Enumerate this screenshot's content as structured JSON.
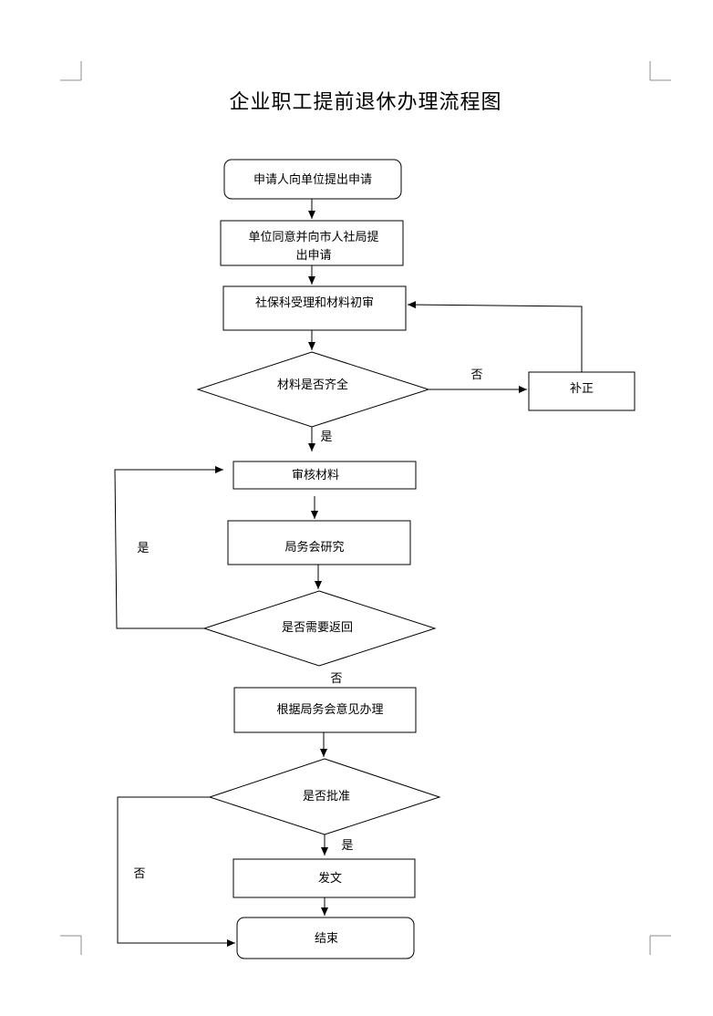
{
  "document": {
    "title": "企业职工提前退休办理流程图"
  },
  "nodes": {
    "apply": "申请人向单位提出申请",
    "unit_agree_line1": "单位同意并向市人社局提",
    "unit_agree_line2": "出申请",
    "initial_review": "社保科受理和材料初审",
    "materials_complete": "材料是否齐全",
    "supplement": "补正",
    "review_materials": "审核材料",
    "bureau_study": "局务会研究",
    "need_return": "是否需要返回",
    "handle_by_opinion": "根据局务会意见办理",
    "approved": "是否批准",
    "issue_document": "发文",
    "end": "结束"
  },
  "edge_labels": {
    "materials_no": "否",
    "materials_yes": "是",
    "return_yes": "是",
    "return_no": "否",
    "approved_yes": "是",
    "approved_no": "否"
  }
}
